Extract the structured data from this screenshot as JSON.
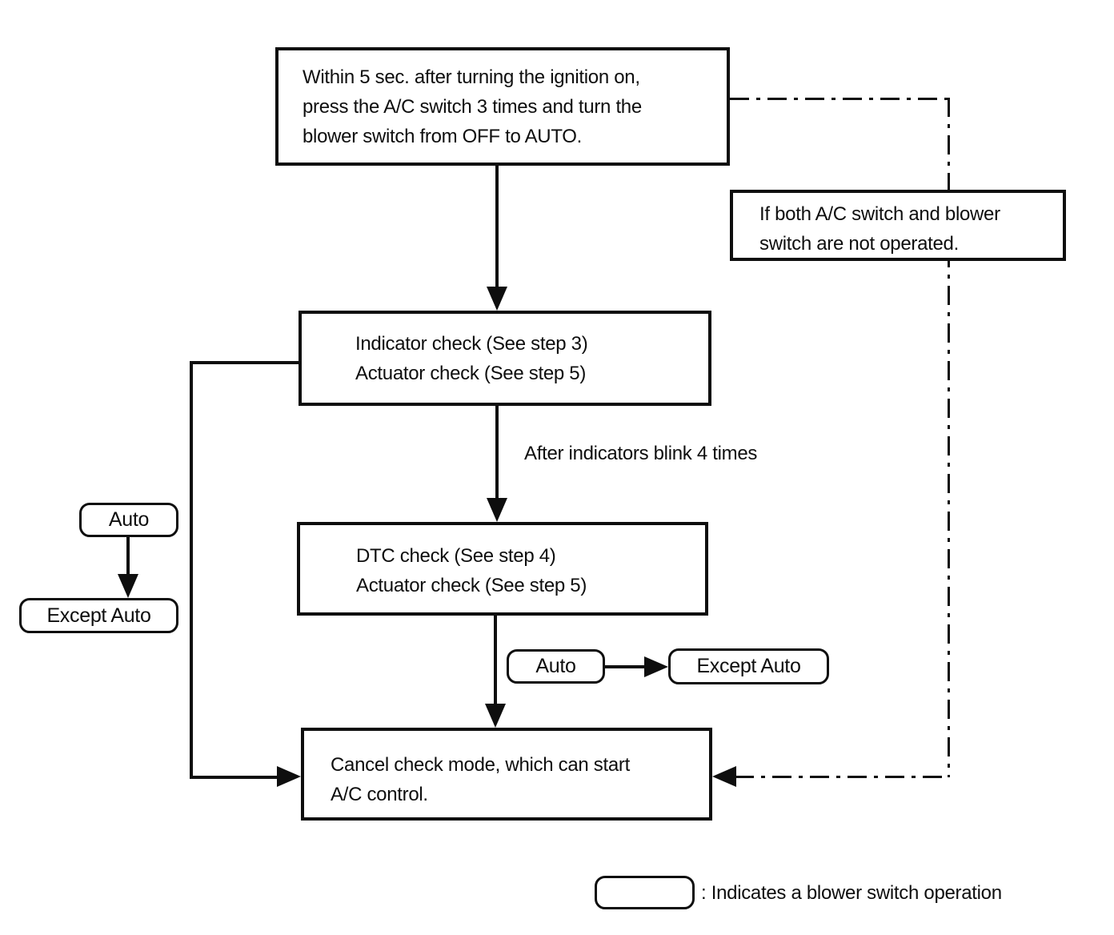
{
  "nodes": {
    "start": {
      "lines": [
        "Within 5 sec. after turning the ignition on,",
        "press the A/C switch 3 times and turn the",
        "blower switch from OFF to AUTO."
      ]
    },
    "not_operated": {
      "lines": [
        "If both A/C switch and blower",
        "switch are not operated."
      ]
    },
    "indicator_check": {
      "lines": [
        "Indicator check (See step 3)",
        "Actuator check (See step 5)"
      ]
    },
    "dtc_check": {
      "lines": [
        "DTC check (See step 4)",
        "Actuator check (See step 5)"
      ]
    },
    "cancel": {
      "lines": [
        "Cancel check mode, which can start",
        "A/C control."
      ]
    }
  },
  "pills": {
    "auto_left": "Auto",
    "except_auto_left": "Except Auto",
    "auto_mid": "Auto",
    "except_auto_mid": "Except Auto"
  },
  "annotations": {
    "after_blink": "After indicators blink 4 times",
    "legend_text": ": Indicates a blower switch operation"
  },
  "colors": {
    "ink": "#0e0e0e",
    "paper": "#ffffff"
  }
}
